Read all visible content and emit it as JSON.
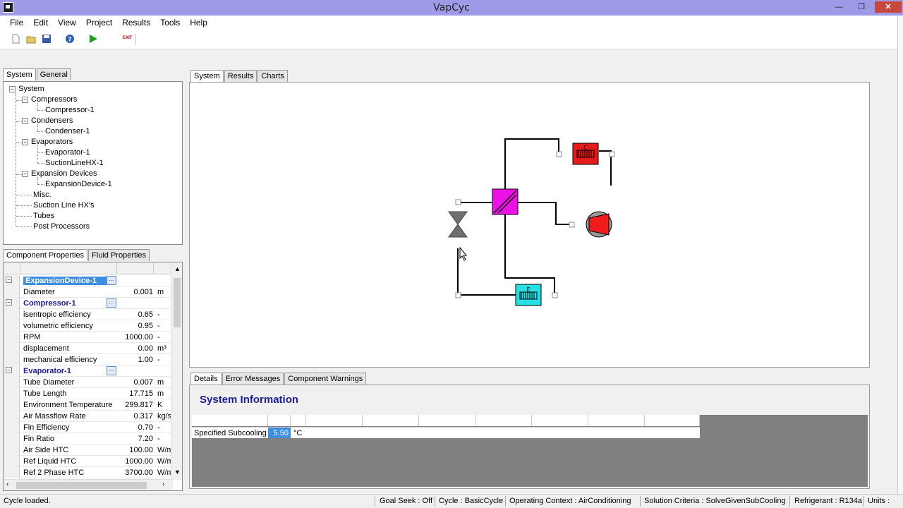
{
  "window": {
    "title": "VapCyc",
    "minimize": "—",
    "restore": "❐",
    "close": "✕"
  },
  "menu": [
    "File",
    "Edit",
    "View",
    "Project",
    "Results",
    "Tools",
    "Help"
  ],
  "toolbar": {
    "exit_label": "EXIT"
  },
  "left_tabs": [
    "System",
    "General"
  ],
  "tree": {
    "root": "System",
    "groups": [
      {
        "label": "Compressors",
        "children": [
          "Compressor-1"
        ]
      },
      {
        "label": "Condensers",
        "children": [
          "Condenser-1"
        ]
      },
      {
        "label": "Evaporators",
        "children": [
          "Evaporator-1",
          "SuctionLineHX-1"
        ]
      },
      {
        "label": "Expansion Devices",
        "children": [
          "ExpansionDevice-1"
        ]
      }
    ],
    "leaves": [
      "Misc.",
      "Suction Line HX's",
      "Tubes",
      "Post Processors"
    ]
  },
  "prop_tabs": [
    "Component Properties",
    "Fluid Properties"
  ],
  "properties": [
    {
      "type": "cat",
      "name": "ExpansionDevice-1",
      "selected": true
    },
    {
      "name": "Diameter",
      "value": "0.001",
      "unit": "m"
    },
    {
      "type": "cat",
      "name": "Compressor-1"
    },
    {
      "name": "isentropic efficiency",
      "value": "0.65",
      "unit": "-"
    },
    {
      "name": "volumetric efficiency",
      "value": "0.95",
      "unit": "-"
    },
    {
      "name": "RPM",
      "value": "1000.00",
      "unit": "-"
    },
    {
      "name": "displacement",
      "value": "0.00",
      "unit": "m³"
    },
    {
      "name": "mechanical efficiency",
      "value": "1.00",
      "unit": "-"
    },
    {
      "type": "cat",
      "name": "Evaporator-1"
    },
    {
      "name": "Tube Diameter",
      "value": "0.007",
      "unit": "m"
    },
    {
      "name": "Tube Length",
      "value": "17.715",
      "unit": "m"
    },
    {
      "name": "Environment Temperature",
      "value": "299.817",
      "unit": "K"
    },
    {
      "name": "Air Massflow Rate",
      "value": "0.317",
      "unit": "kg/s"
    },
    {
      "name": "Fin Efficiency",
      "value": "0.70",
      "unit": "-"
    },
    {
      "name": "Fin Ratio",
      "value": "7.20",
      "unit": "-"
    },
    {
      "name": "Air Side HTC",
      "value": "100.00",
      "unit": "W/m"
    },
    {
      "name": "Ref Liquid HTC",
      "value": "1000.00",
      "unit": "W/m"
    },
    {
      "name": "Ref 2 Phase HTC",
      "value": "3700.00",
      "unit": "W/m"
    }
  ],
  "main_tabs": [
    "System",
    "Results",
    "Charts"
  ],
  "diagram": {
    "condenser_label": "C",
    "evaporator_label": "E"
  },
  "detail_tabs": [
    "Details",
    "Error Messages",
    "Component Warnings"
  ],
  "details": {
    "heading": "System Information",
    "row": {
      "label": "Specified Subcooling",
      "value": "5.50",
      "unit": "°C"
    }
  },
  "status": {
    "message": "Cycle loaded.",
    "goal_seek": "Goal Seek : Off",
    "cycle": "Cycle : BasicCycle",
    "context": "Operating Context : AirConditioning",
    "criteria": "Solution Criteria : SolveGivenSubCooling",
    "refrigerant": "Refrigerant : R134a",
    "units": "Units :"
  },
  "colors": {
    "titlebar": "#9e9ae8",
    "condenser": "#e31b1b",
    "compressor": "#ee1c1c",
    "evaporator": "#26e0e6",
    "slhx": "#ee10e6",
    "valve": "#707070",
    "selection": "#3d8ee3"
  }
}
